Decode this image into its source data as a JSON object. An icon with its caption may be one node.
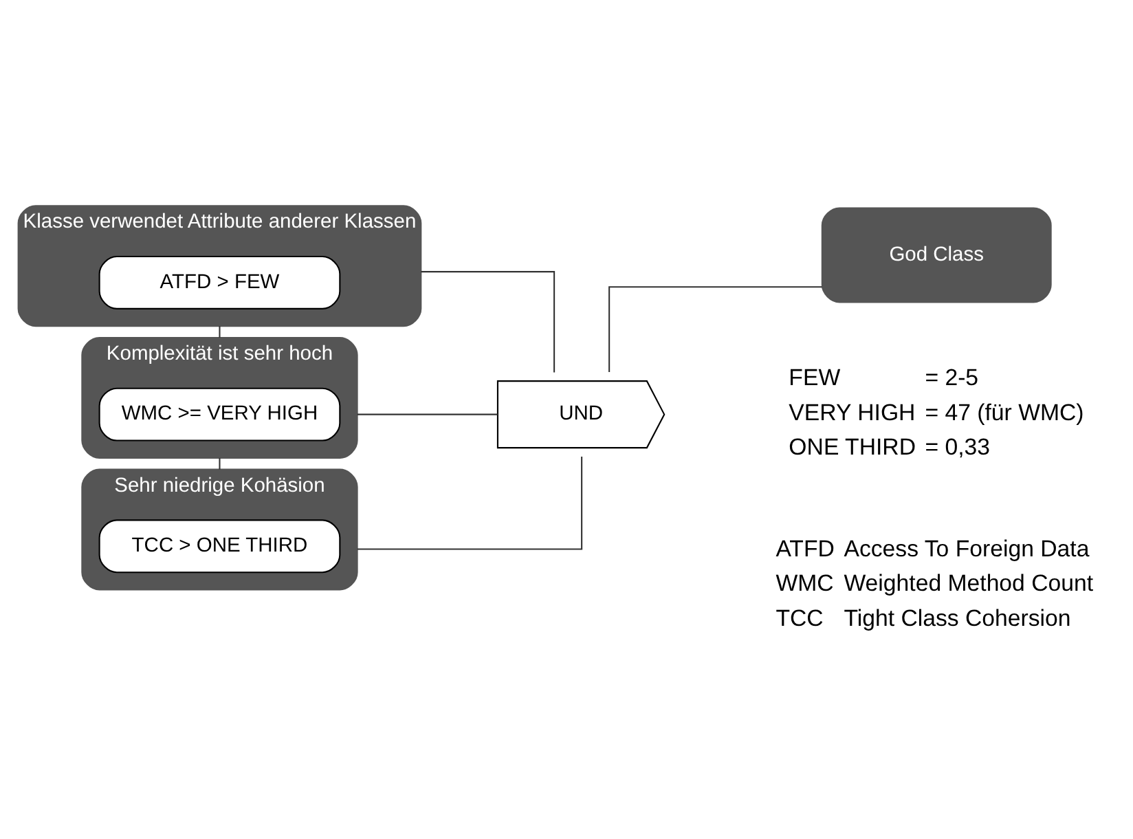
{
  "diagram": {
    "nodes": [
      {
        "text": [
          "Klasse verwendet Attribute anderer Klassen"
        ]
      },
      {
        "text": [
          "ATFD > FEW"
        ],
        "in": 0
      },
      {
        "text": [
          "Komplexität ist sehr hoch"
        ]
      },
      {
        "text": [
          "WMC >= VERY HIGH"
        ],
        "in": 2
      },
      {
        "text": [
          "Sehr niedrige Kohäsion"
        ]
      },
      {
        "text": [
          "TCC > ONE THIRD"
        ],
        "in": 4
      },
      {
        "text": [
          "UND"
        ]
      },
      {
        "text": [
          "God Class"
        ]
      }
    ],
    "edges": [
      {
        "from": 0,
        "to": 2,
        "arrow": "none"
      },
      {
        "from": 2,
        "to": 4,
        "arrow": "none"
      },
      {
        "from": 0,
        "to": 6,
        "arrow": "none"
      },
      {
        "from": 2,
        "to": 6,
        "arrow": "none"
      },
      {
        "from": 4,
        "to": 6,
        "arrow": "none"
      },
      {
        "from": 6,
        "to": 7,
        "arrow": "none"
      }
    ],
    "labels": [
      "FEW",
      "= 2-5",
      "VERY HIGH",
      "= 47 (für WMC)",
      "ONE THIRD",
      "= 0,33",
      "ATFD",
      "Access To Foreign Data",
      "WMC",
      "Weighted Method Count",
      "TCC",
      "Tight Class Cohersion"
    ]
  }
}
